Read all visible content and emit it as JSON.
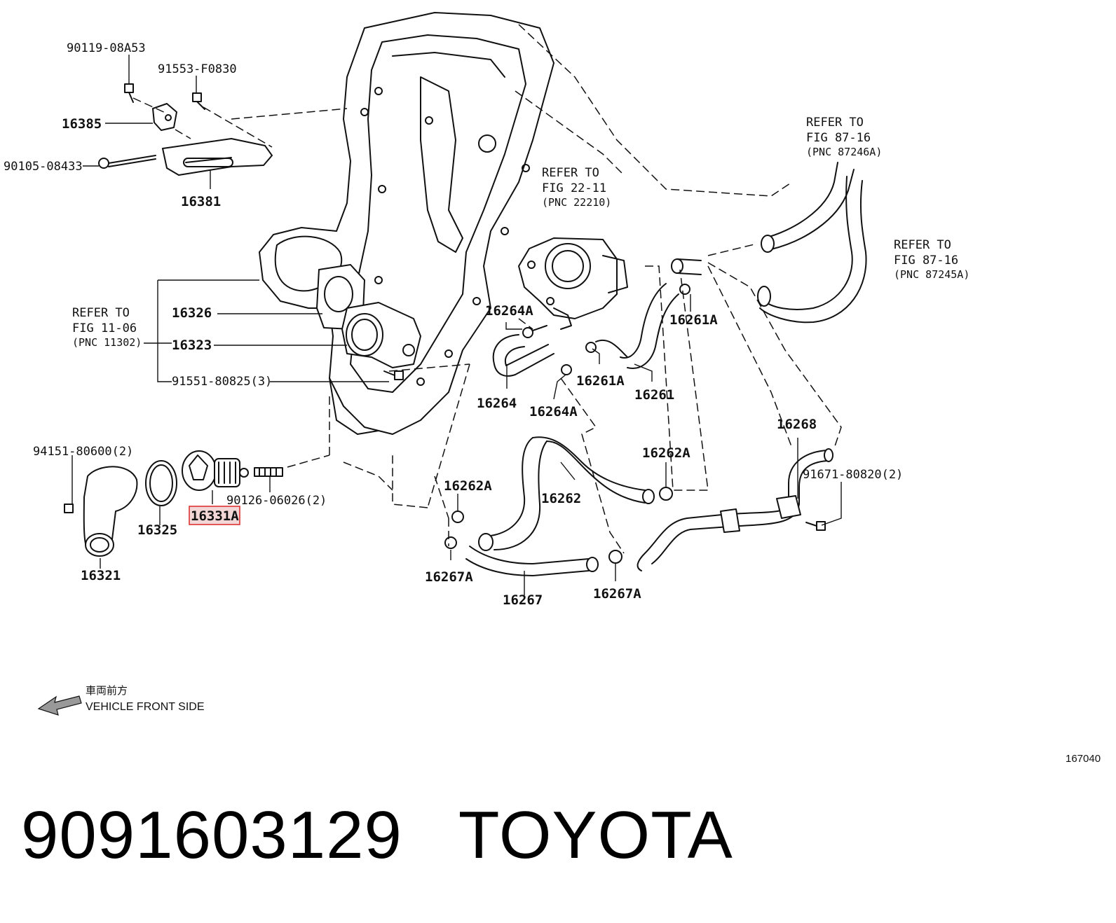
{
  "labels": {
    "p90119": "90119-08A53",
    "p91553": "91553-F0830",
    "p16385": "16385",
    "p90105": "90105-08433",
    "p16381": "16381",
    "ref_87_16_a_line1": "REFER TO",
    "ref_87_16_a_line2": "FIG 87-16",
    "ref_87_16_a_line3": "(PNC 87246A)",
    "ref_22_11_line1": "REFER TO",
    "ref_22_11_line2": "FIG 22-11",
    "ref_22_11_line3": "(PNC 22210)",
    "ref_87_16_b_line1": "REFER TO",
    "ref_87_16_b_line2": "FIG 87-16",
    "ref_87_16_b_line3": "(PNC 87245A)",
    "ref_11_06_line1": "REFER TO",
    "ref_11_06_line2": "FIG 11-06",
    "ref_11_06_line3": "(PNC 11302)",
    "p16326": "16326",
    "p16323": "16323",
    "p91551": "91551-80825(3)",
    "p16264A_top": "16264A",
    "p16261A_top": "16261A",
    "p16261A_bottom": "16261A",
    "p16261": "16261",
    "p16264": "16264",
    "p16264A_bottom": "16264A",
    "p16268": "16268",
    "p91671": "91671-80820(2)",
    "p94151": "94151-80600(2)",
    "p16325": "16325",
    "p16331A": "16331A",
    "p90126": "90126-06026(2)",
    "p16321": "16321",
    "p16262A_left": "16262A",
    "p16262A_right": "16262A",
    "p16262": "16262",
    "p16267A_left": "16267A",
    "p16267": "16267",
    "p16267A_right": "16267A",
    "front_jp": "車両前方",
    "front_en": "VEHICLE FRONT SIDE",
    "fig_code": "167040"
  },
  "footer": {
    "part_number": "9091603129",
    "brand": "TOYOTA"
  },
  "colors": {
    "highlight_fill": "#f3d6d6",
    "highlight_stroke": "#d33"
  }
}
